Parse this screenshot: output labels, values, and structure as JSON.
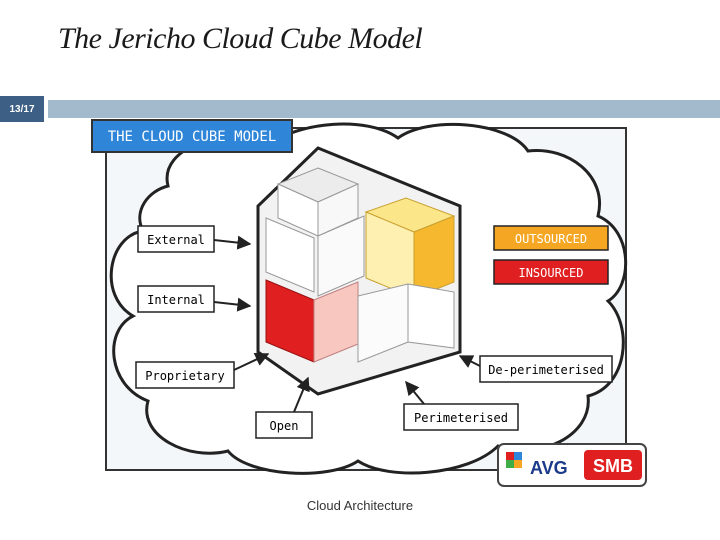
{
  "slide": {
    "title": "The Jericho Cloud Cube Model",
    "page_number": "13/17",
    "footer": "Cloud Architecture"
  },
  "diagram": {
    "heading": "THE CLOUD CUBE MODEL",
    "labels": {
      "external": "External",
      "internal": "Internal",
      "proprietary": "Proprietary",
      "open": "Open",
      "perimeterised": "Perimeterised",
      "de_perimeterised": "De-perimeterised"
    },
    "legend": {
      "outsourced": "OUTSOURCED",
      "insourced": "INSOURCED"
    },
    "logo": {
      "brand_left": "AVG",
      "brand_right": "SMB"
    }
  },
  "colors": {
    "heading_bg": "#2f86d8",
    "outsourced": "#f5a623",
    "insourced": "#e02020",
    "frame": "#333333",
    "title_bar": "#a3b9cc",
    "badge": "#3d5f86"
  }
}
